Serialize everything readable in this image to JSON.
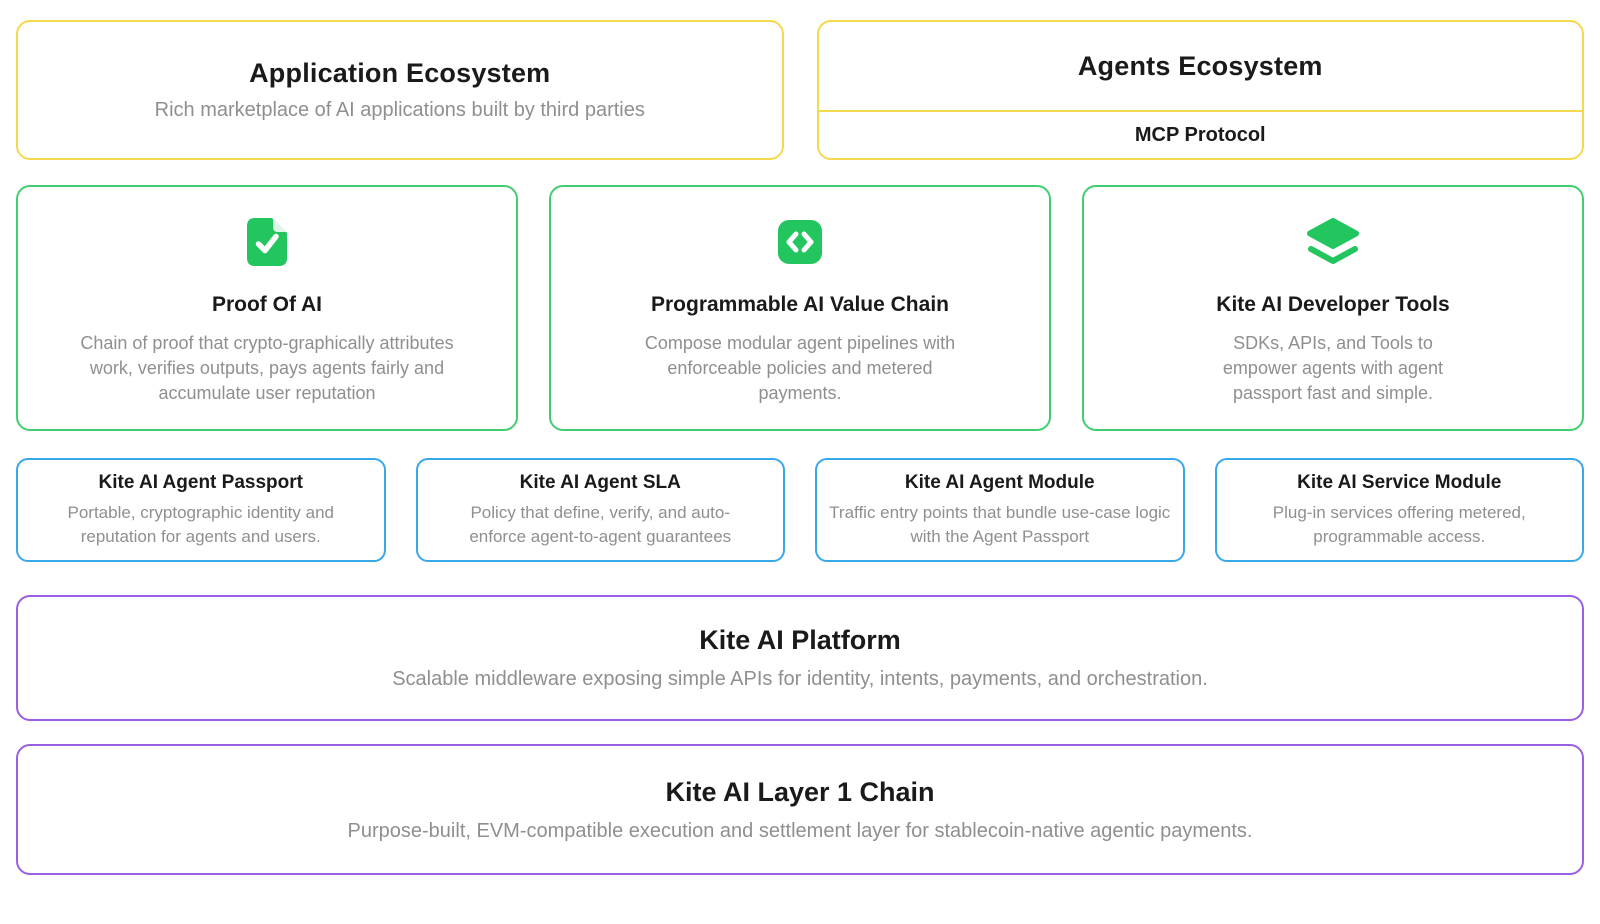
{
  "colors": {
    "ecosystem_border": "#F3D94E",
    "feature_border": "#42CE6F",
    "icon_green": "#22C55E",
    "module_border": "#38A8E8",
    "platform_border": "#9B5FE3",
    "title_text": "#1A1A1A",
    "subtitle_text": "#8F8F8F"
  },
  "top_row": {
    "application_ecosystem": {
      "title": "Application Ecosystem",
      "subtitle": "Rich marketplace of AI applications built by third parties"
    },
    "agents_ecosystem": {
      "title": "Agents Ecosystem",
      "protocol_label": "MCP Protocol"
    }
  },
  "feature_boxes": [
    {
      "icon": "document-check-icon",
      "title": "Proof Of AI",
      "description": "Chain of proof that crypto-graphically attributes work, verifies outputs, pays agents fairly and accumulate user reputation"
    },
    {
      "icon": "code-icon",
      "title": "Programmable AI Value Chain",
      "description": "Compose modular agent pipelines with enforceable policies and metered payments."
    },
    {
      "icon": "layers-icon",
      "title": "Kite AI Developer Tools",
      "description": "SDKs, APIs, and Tools to empower agents with agent passport fast and simple."
    }
  ],
  "module_boxes": [
    {
      "title": "Kite AI Agent Passport",
      "description": "Portable, cryptographic identity and reputation for agents and users."
    },
    {
      "title": "Kite AI Agent SLA",
      "description": "Policy that define, verify, and auto-enforce agent-to-agent guarantees"
    },
    {
      "title": "Kite AI Agent Module",
      "description": "Traffic entry points that bundle use-case logic with the Agent Passport"
    },
    {
      "title": "Kite AI Service Module",
      "description": "Plug-in services offering metered, programmable access."
    }
  ],
  "platform": {
    "title": "Kite AI Platform",
    "description": "Scalable middleware exposing simple APIs for identity, intents, payments, and orchestration."
  },
  "chain": {
    "title": "Kite AI Layer 1 Chain",
    "description": "Purpose-built, EVM-compatible execution and settlement layer for stablecoin-native agentic payments."
  }
}
